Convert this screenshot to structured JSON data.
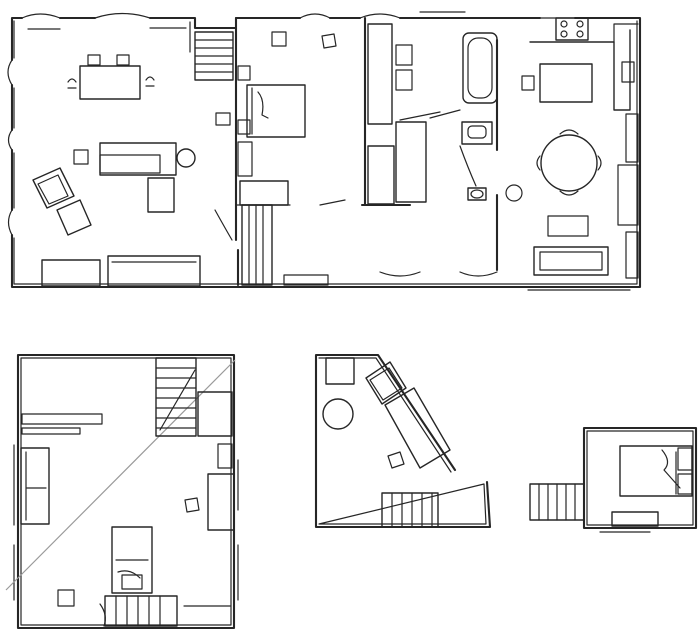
{
  "drawing": {
    "style": "hand-drawn architectural floor plan sketch",
    "ink_color": "#262626",
    "background_color": "#ffffff",
    "plans": [
      {
        "id": "ground-floor",
        "rooms": [
          "living-room",
          "bedroom",
          "hallway",
          "bathroom",
          "kitchen-dining"
        ]
      },
      {
        "id": "upper-floor",
        "rooms": [
          "open-room"
        ]
      },
      {
        "id": "attic",
        "rooms": [
          "study"
        ]
      },
      {
        "id": "annex",
        "rooms": [
          "guest-bedroom"
        ]
      }
    ]
  }
}
